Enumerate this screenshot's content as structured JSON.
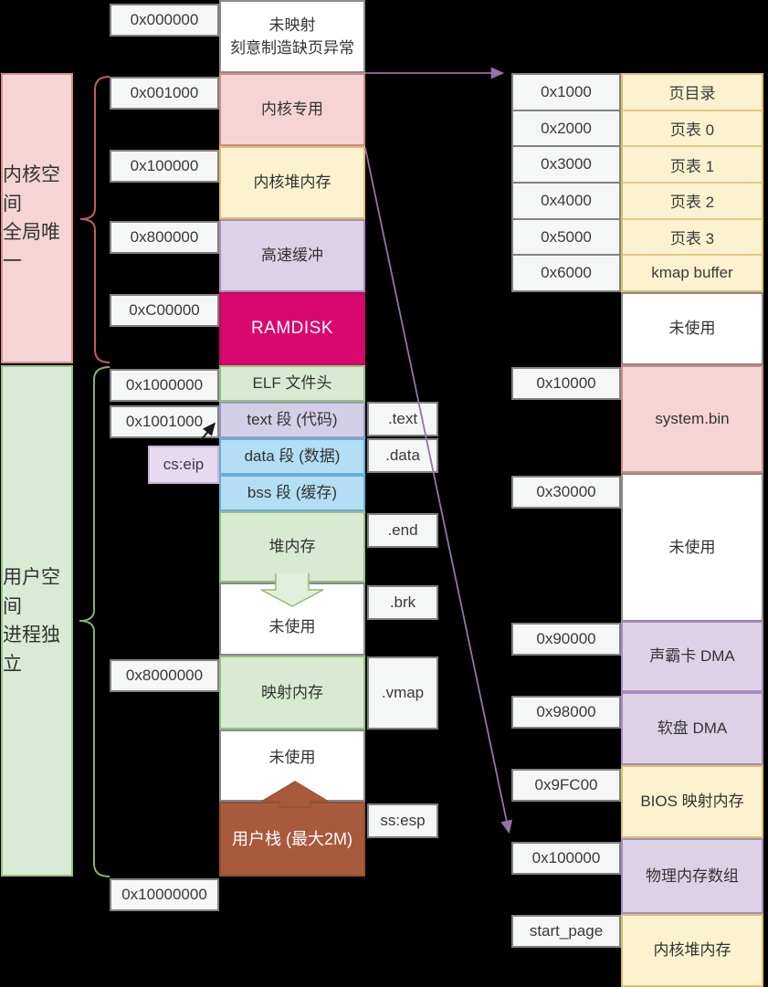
{
  "palette": {
    "background": "#000000",
    "pink_fill": "#f6d3d5",
    "pink_border": "#cc8a8a",
    "yellow_fill": "#fcf2d0",
    "yellow_border": "#ddbd6d",
    "lavender_fill": "#ddd2e5",
    "lavender_border": "#a68bbd",
    "green_fill": "#d9ead2",
    "green_border": "#93c17e",
    "blue_fill": "#b4def4",
    "blue_border": "#66aed6",
    "periwinkle_fill": "#d2cfe6",
    "magenta_fill": "#d9086e",
    "brown_fill": "#a9593c",
    "gray_box_fill": "#f5f6f6",
    "gray_box_border": "#818181",
    "arrow_purple": "#9673a6",
    "brace_red": "#bf5f58",
    "brace_green": "#82b366"
  },
  "legend": {
    "kernel_space_line1": "内核空间",
    "kernel_space_line2": "全局唯一",
    "user_space_line1": "用户空间",
    "user_space_line2": "进程独立"
  },
  "virtual_memory": {
    "addresses": [
      {
        "label": "0x000000"
      },
      {
        "label": "0x001000"
      },
      {
        "label": "0x100000"
      },
      {
        "label": "0x800000"
      },
      {
        "label": "0xC00000"
      },
      {
        "label": "0x1000000"
      },
      {
        "label": "0x1001000"
      },
      {
        "label": "0x8000000"
      },
      {
        "label": "0x10000000"
      }
    ],
    "blocks": [
      {
        "line1": "未映射",
        "line2": "刻意制造缺页异常"
      },
      {
        "line1": "内核专用"
      },
      {
        "line1": "内核堆内存"
      },
      {
        "line1": "高速缓冲"
      },
      {
        "line1": "RAMDISK"
      },
      {
        "line1": "ELF 文件头"
      },
      {
        "line1": "text 段 (代码)"
      },
      {
        "line1": "data 段 (数据)"
      },
      {
        "line1": "bss 段 (缓存)"
      },
      {
        "line1": "堆内存"
      },
      {
        "line1": "未使用"
      },
      {
        "line1": "映射内存"
      },
      {
        "line1": "未使用"
      },
      {
        "line1": "用户栈 (最大2M)"
      }
    ],
    "section_labels": [
      {
        "label": ".text"
      },
      {
        "label": ".data"
      },
      {
        "label": ".end"
      },
      {
        "label": ".brk"
      },
      {
        "label": ".vmap"
      },
      {
        "label": "ss:esp"
      }
    ],
    "register_label": "cs:eip"
  },
  "physical_memory": {
    "page_table_rows": [
      {
        "addr": "0x1000",
        "label": "页目录"
      },
      {
        "addr": "0x2000",
        "label": "页表 0"
      },
      {
        "addr": "0x3000",
        "label": "页表 1"
      },
      {
        "addr": "0x4000",
        "label": "页表 2"
      },
      {
        "addr": "0x5000",
        "label": "页表 3"
      },
      {
        "addr": "0x6000",
        "label": "kmap buffer"
      }
    ],
    "unused_top": {
      "label": "未使用"
    },
    "rows": [
      {
        "addr": "0x10000",
        "label": "system.bin"
      },
      {
        "addr": "0x30000",
        "label": "未使用"
      },
      {
        "addr": "0x90000",
        "label": "声霸卡 DMA"
      },
      {
        "addr": "0x98000",
        "label": "软盘 DMA"
      },
      {
        "addr": "0x9FC00",
        "label": "BIOS 映射内存"
      },
      {
        "addr": "0x100000",
        "label": "物理内存数组"
      },
      {
        "addr": "start_page",
        "label": "内核堆内存"
      }
    ]
  }
}
